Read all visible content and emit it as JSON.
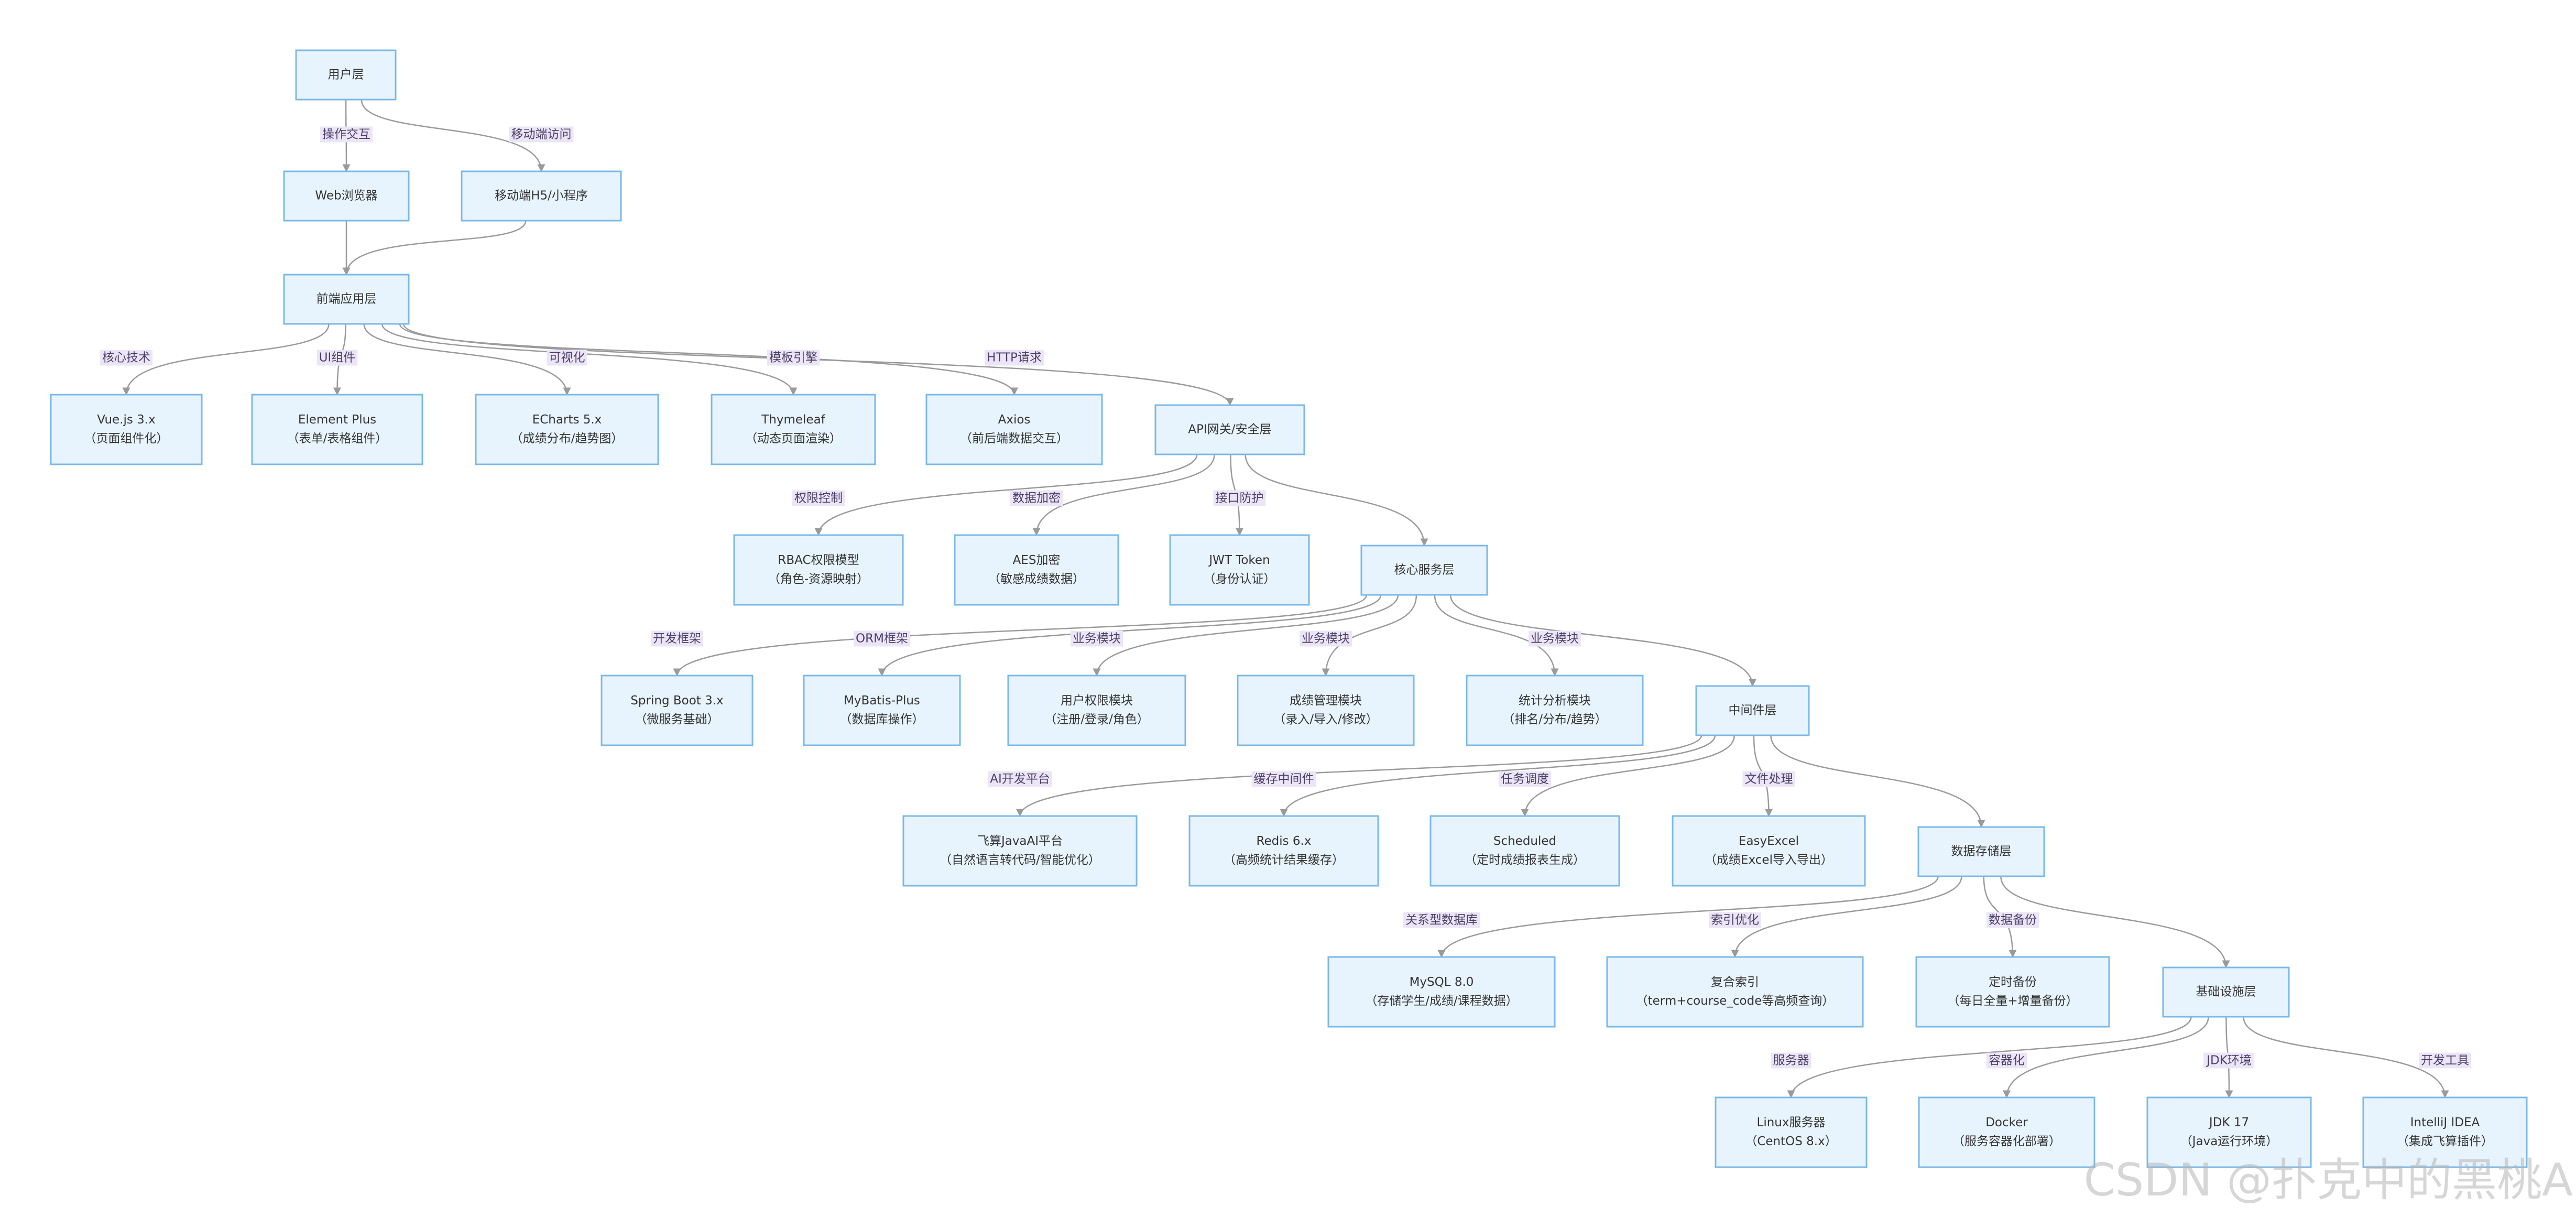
{
  "nodes": [
    {
      "id": "user",
      "lines": [
        "用户层"
      ]
    },
    {
      "id": "web",
      "lines": [
        "Web浏览器"
      ]
    },
    {
      "id": "mobile",
      "lines": [
        "移动端H5/小程序"
      ]
    },
    {
      "id": "frontend",
      "lines": [
        "前端应用层"
      ]
    },
    {
      "id": "vue",
      "lines": [
        "Vue.js 3.x",
        "（页面组件化）"
      ]
    },
    {
      "id": "element",
      "lines": [
        "Element Plus",
        "（表单/表格组件）"
      ]
    },
    {
      "id": "echarts",
      "lines": [
        "ECharts 5.x",
        "（成绩分布/趋势图）"
      ]
    },
    {
      "id": "thymeleaf",
      "lines": [
        "Thymeleaf",
        "（动态页面渲染）"
      ]
    },
    {
      "id": "axios",
      "lines": [
        "Axios",
        "（前后端数据交互）"
      ]
    },
    {
      "id": "gateway",
      "lines": [
        "API网关/安全层"
      ]
    },
    {
      "id": "rbac",
      "lines": [
        "RBAC权限模型",
        "（角色-资源映射）"
      ]
    },
    {
      "id": "aes",
      "lines": [
        "AES加密",
        "（敏感成绩数据）"
      ]
    },
    {
      "id": "jwt",
      "lines": [
        "JWT Token",
        "（身份认证）"
      ]
    },
    {
      "id": "core",
      "lines": [
        "核心服务层"
      ]
    },
    {
      "id": "springboot",
      "lines": [
        "Spring Boot 3.x",
        "（微服务基础）"
      ]
    },
    {
      "id": "mybatis",
      "lines": [
        "MyBatis-Plus",
        "（数据库操作）"
      ]
    },
    {
      "id": "userperm",
      "lines": [
        "用户权限模块",
        "（注册/登录/角色）"
      ]
    },
    {
      "id": "scoremgmt",
      "lines": [
        "成绩管理模块",
        "（录入/导入/修改）"
      ]
    },
    {
      "id": "stats",
      "lines": [
        "统计分析模块",
        "（排名/分布/趋势）"
      ]
    },
    {
      "id": "middleware",
      "lines": [
        "中间件层"
      ]
    },
    {
      "id": "feisuan",
      "lines": [
        "飞算JavaAI平台",
        "（自然语言转代码/智能优化）"
      ]
    },
    {
      "id": "redis",
      "lines": [
        "Redis 6.x",
        "（高频统计结果缓存）"
      ]
    },
    {
      "id": "scheduled",
      "lines": [
        "Scheduled",
        "（定时成绩报表生成）"
      ]
    },
    {
      "id": "easyexcel",
      "lines": [
        "EasyExcel",
        "（成绩Excel导入导出）"
      ]
    },
    {
      "id": "storage",
      "lines": [
        "数据存储层"
      ]
    },
    {
      "id": "mysql",
      "lines": [
        "MySQL 8.0",
        "（存储学生/成绩/课程数据）"
      ]
    },
    {
      "id": "index",
      "lines": [
        "复合索引",
        "（term+course_code等高频查询）"
      ]
    },
    {
      "id": "backup",
      "lines": [
        "定时备份",
        "（每日全量+增量备份）"
      ]
    },
    {
      "id": "infra",
      "lines": [
        "基础设施层"
      ]
    },
    {
      "id": "linux",
      "lines": [
        "Linux服务器",
        "（CentOS 8.x）"
      ]
    },
    {
      "id": "docker",
      "lines": [
        "Docker",
        "（服务容器化部署）"
      ]
    },
    {
      "id": "jdk",
      "lines": [
        "JDK 17",
        "（Java运行环境）"
      ]
    },
    {
      "id": "idea",
      "lines": [
        "IntelliJ IDEA",
        "（集成飞算插件）"
      ]
    }
  ],
  "edges": [
    {
      "from": "user",
      "to": "web",
      "label": "操作交互"
    },
    {
      "from": "user",
      "to": "mobile",
      "label": "移动端访问"
    },
    {
      "from": "web",
      "to": "frontend",
      "label": ""
    },
    {
      "from": "mobile",
      "to": "frontend",
      "label": ""
    },
    {
      "from": "frontend",
      "to": "vue",
      "label": "核心技术"
    },
    {
      "from": "frontend",
      "to": "element",
      "label": "UI组件"
    },
    {
      "from": "frontend",
      "to": "echarts",
      "label": "可视化"
    },
    {
      "from": "frontend",
      "to": "thymeleaf",
      "label": "模板引擎"
    },
    {
      "from": "frontend",
      "to": "axios",
      "label": "HTTP请求"
    },
    {
      "from": "frontend",
      "to": "gateway",
      "label": ""
    },
    {
      "from": "gateway",
      "to": "rbac",
      "label": "权限控制"
    },
    {
      "from": "gateway",
      "to": "aes",
      "label": "数据加密"
    },
    {
      "from": "gateway",
      "to": "jwt",
      "label": "接口防护"
    },
    {
      "from": "gateway",
      "to": "core",
      "label": ""
    },
    {
      "from": "core",
      "to": "springboot",
      "label": "开发框架"
    },
    {
      "from": "core",
      "to": "mybatis",
      "label": "ORM框架"
    },
    {
      "from": "core",
      "to": "userperm",
      "label": "业务模块"
    },
    {
      "from": "core",
      "to": "scoremgmt",
      "label": "业务模块"
    },
    {
      "from": "core",
      "to": "stats",
      "label": "业务模块"
    },
    {
      "from": "core",
      "to": "middleware",
      "label": ""
    },
    {
      "from": "middleware",
      "to": "feisuan",
      "label": "AI开发平台"
    },
    {
      "from": "middleware",
      "to": "redis",
      "label": "缓存中间件"
    },
    {
      "from": "middleware",
      "to": "scheduled",
      "label": "任务调度"
    },
    {
      "from": "middleware",
      "to": "easyexcel",
      "label": "文件处理"
    },
    {
      "from": "middleware",
      "to": "storage",
      "label": ""
    },
    {
      "from": "storage",
      "to": "mysql",
      "label": "关系型数据库"
    },
    {
      "from": "storage",
      "to": "index",
      "label": "索引优化"
    },
    {
      "from": "storage",
      "to": "backup",
      "label": "数据备份"
    },
    {
      "from": "storage",
      "to": "infra",
      "label": ""
    },
    {
      "from": "infra",
      "to": "linux",
      "label": "服务器"
    },
    {
      "from": "infra",
      "to": "docker",
      "label": "容器化"
    },
    {
      "from": "infra",
      "to": "jdk",
      "label": "JDK环境"
    },
    {
      "from": "infra",
      "to": "idea",
      "label": "开发工具"
    }
  ],
  "watermark": "CSDN @扑克中的黑桃A"
}
